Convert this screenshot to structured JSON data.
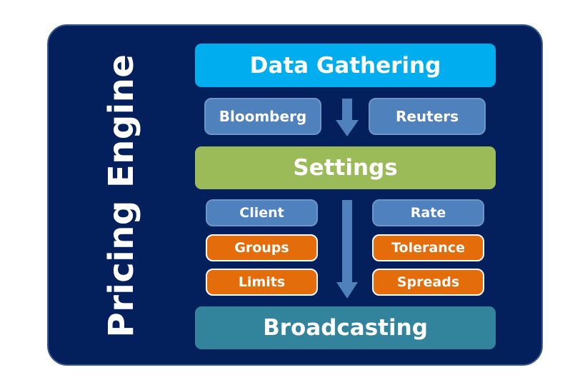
{
  "title": "Pricing Engine",
  "stages": {
    "data_gathering": "Data Gathering",
    "settings": "Settings",
    "broadcasting": "Broadcasting"
  },
  "sources": {
    "left": "Bloomberg",
    "right": "Reuters"
  },
  "settings_items": {
    "left": {
      "header": "Client",
      "items": [
        "Groups",
        "Limits"
      ]
    },
    "right": {
      "header": "Rate",
      "items": [
        "Tolerance",
        "Spreads"
      ]
    }
  },
  "colors": {
    "panel": "#04205c",
    "data_gathering": "#00aeef",
    "settings": "#9bbb59",
    "broadcasting": "#31849b",
    "source_chip": "#4f81bd",
    "header_chip": "#4f81bd",
    "item_chip": "#e46c0a",
    "arrow": "#4f81bd"
  },
  "icons": {
    "flow_arrows": "arrow-down-icon"
  }
}
